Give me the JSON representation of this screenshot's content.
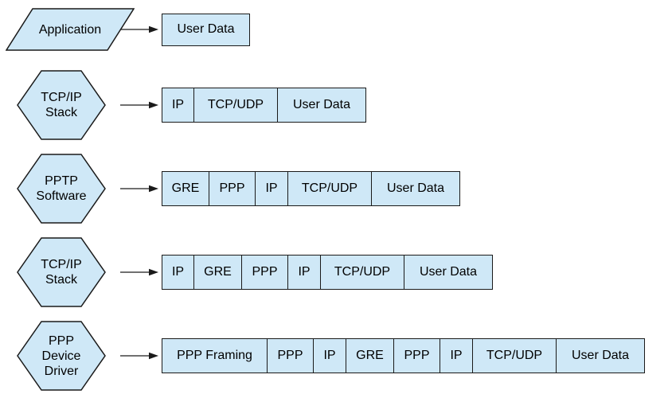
{
  "colors": {
    "shape_fill": "#cfe8f7",
    "shape_border": "#1a1a1a",
    "text": "#000000",
    "background": "#ffffff"
  },
  "icons": {
    "flow_arrow": "right-arrow"
  },
  "rows": [
    {
      "stage": "Application",
      "stage_lines": [
        "Application"
      ],
      "shape": "parallelogram",
      "packets": [
        "User Data"
      ]
    },
    {
      "stage": "TCP/IP Stack",
      "stage_lines": [
        "TCP/IP",
        "Stack"
      ],
      "shape": "hexagon",
      "packets": [
        "IP",
        "TCP/UDP",
        "User Data"
      ]
    },
    {
      "stage": "PPTP Software",
      "stage_lines": [
        "PPTP",
        "Software"
      ],
      "shape": "hexagon",
      "packets": [
        "GRE",
        "PPP",
        "IP",
        "TCP/UDP",
        "User Data"
      ]
    },
    {
      "stage": "TCP/IP Stack",
      "stage_lines": [
        "TCP/IP",
        "Stack"
      ],
      "shape": "hexagon",
      "packets": [
        "IP",
        "GRE",
        "PPP",
        "IP",
        "TCP/UDP",
        "User Data"
      ]
    },
    {
      "stage": "PPP Device Driver",
      "stage_lines": [
        "PPP",
        "Device",
        "Driver"
      ],
      "shape": "hexagon",
      "packets": [
        "PPP Framing",
        "PPP",
        "IP",
        "GRE",
        "PPP",
        "IP",
        "TCP/UDP",
        "User Data"
      ]
    }
  ]
}
